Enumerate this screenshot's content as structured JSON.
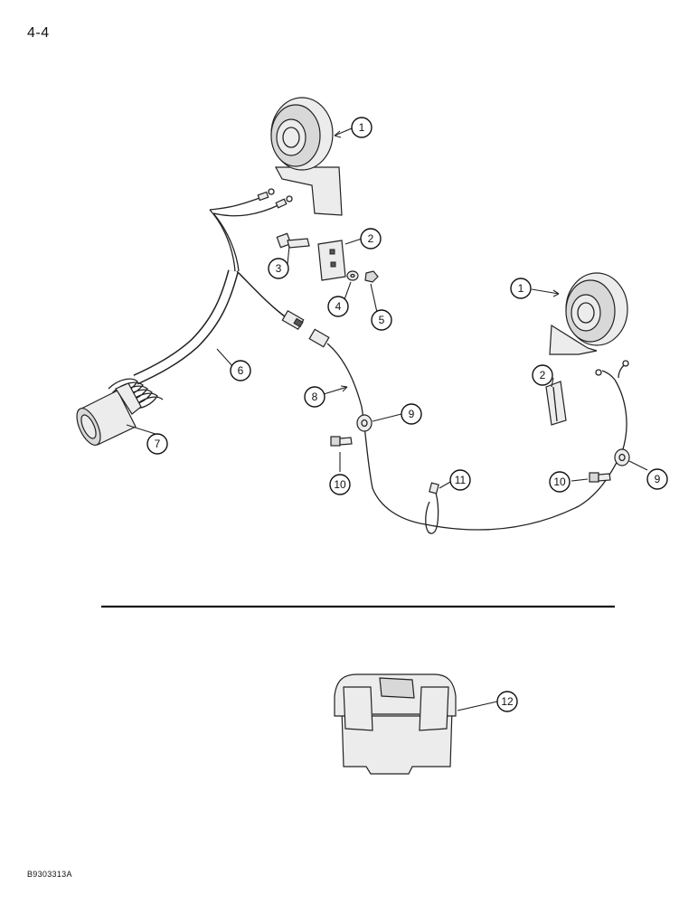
{
  "page": {
    "number": "4-4",
    "figure_code": "B9303313A"
  },
  "colors": {
    "ink": "#222222",
    "shade": "#d8d8d8",
    "background": "#ffffff"
  },
  "callouts": [
    {
      "id": "c1a",
      "label": "1"
    },
    {
      "id": "c2a",
      "label": "2"
    },
    {
      "id": "c3",
      "label": "3"
    },
    {
      "id": "c4",
      "label": "4"
    },
    {
      "id": "c5",
      "label": "5"
    },
    {
      "id": "c1b",
      "label": "1"
    },
    {
      "id": "c6",
      "label": "6"
    },
    {
      "id": "c2b",
      "label": "2"
    },
    {
      "id": "c8",
      "label": "8"
    },
    {
      "id": "c9a",
      "label": "9"
    },
    {
      "id": "c7",
      "label": "7"
    },
    {
      "id": "c10a",
      "label": "10"
    },
    {
      "id": "c11",
      "label": "11"
    },
    {
      "id": "c10b",
      "label": "10"
    },
    {
      "id": "c9b",
      "label": "9"
    },
    {
      "id": "c12",
      "label": "12"
    }
  ]
}
